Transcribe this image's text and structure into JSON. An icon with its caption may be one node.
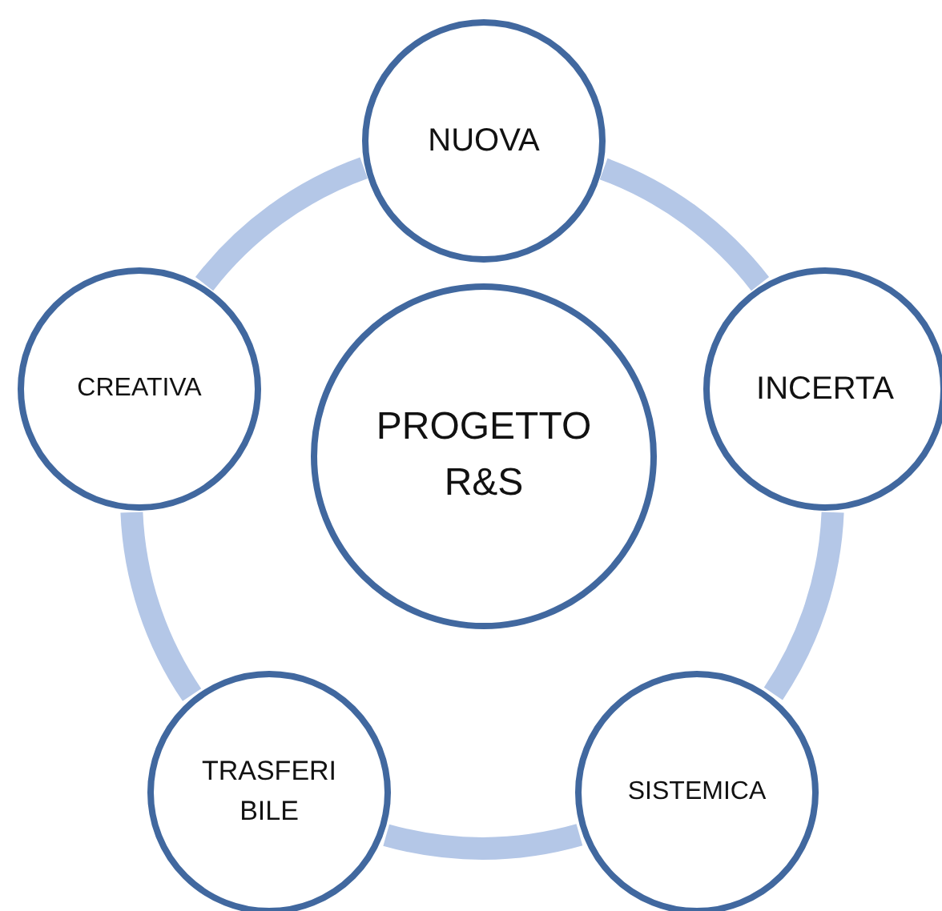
{
  "diagram": {
    "nodes": [
      {
        "text": [
          "NUOVA"
        ]
      },
      {
        "text": [
          "CREATIVA"
        ]
      },
      {
        "text": [
          "INCERTA"
        ]
      },
      {
        "text": [
          "PROGETTO R&S"
        ]
      },
      {
        "text": [
          "TRASFERI BILE"
        ]
      },
      {
        "text": [
          "SISTEMICA"
        ]
      }
    ],
    "edges": [
      {
        "from": 0,
        "to": 2,
        "arrow": "none"
      },
      {
        "from": 2,
        "to": 5,
        "arrow": "none"
      },
      {
        "from": 5,
        "to": 4,
        "arrow": "none"
      },
      {
        "from": 4,
        "to": 1,
        "arrow": "none"
      },
      {
        "from": 1,
        "to": 0,
        "arrow": "none"
      }
    ]
  }
}
